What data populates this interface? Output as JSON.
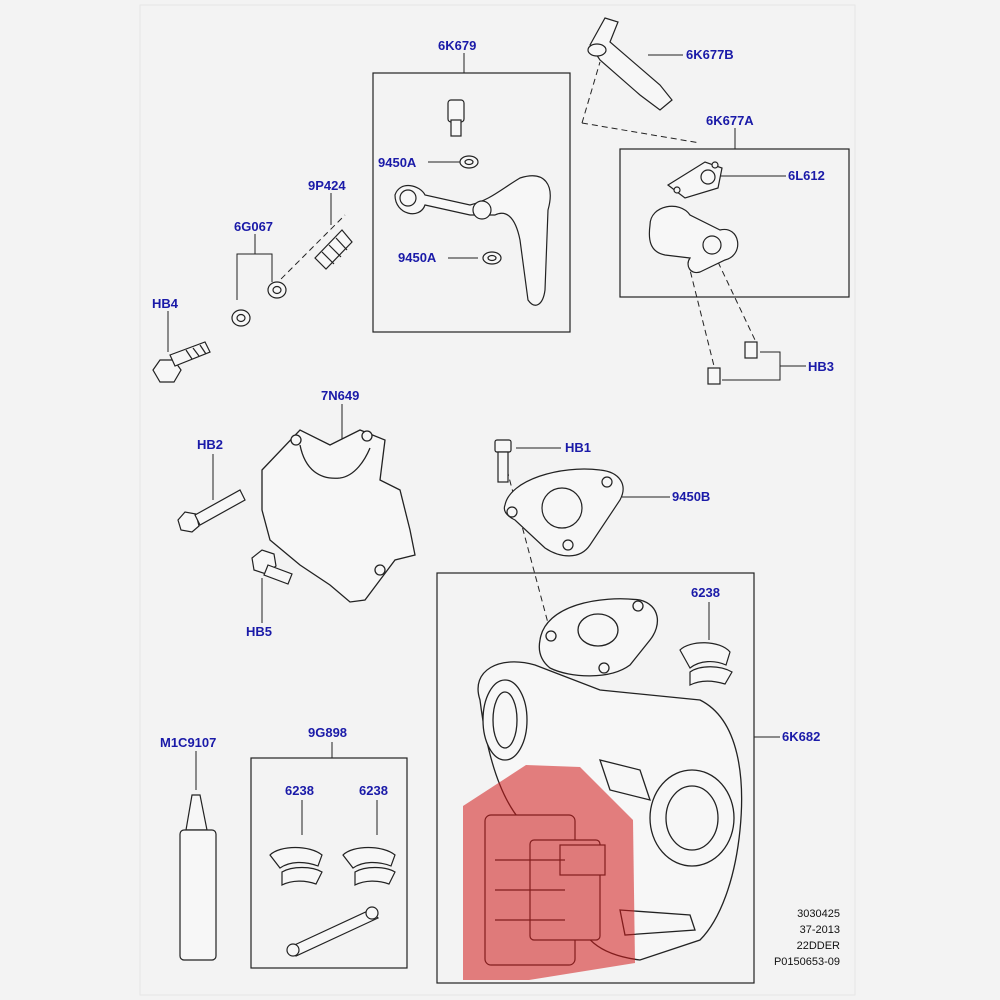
{
  "labels": {
    "l6K679": "6K679",
    "l6K677B": "6K677B",
    "l6K677A": "6K677A",
    "l6L612": "6L612",
    "l9450A_top": "9450A",
    "l9P424": "9P424",
    "l6G067": "6G067",
    "l9450A_bottom": "9450A",
    "lHB4": "HB4",
    "lHB3": "HB3",
    "l7N649": "7N649",
    "lHB2": "HB2",
    "lHB1": "HB1",
    "l9450B": "9450B",
    "l6238_turbo": "6238",
    "lHB5": "HB5",
    "l6K682": "6K682",
    "lM1C9107": "M1C9107",
    "l9G898": "9G898",
    "l6238_kit_left": "6238",
    "l6238_kit_right": "6238"
  },
  "reference": {
    "code": "3030425",
    "date": "37-2013",
    "model": "22DDER",
    "part_number": "P0150653-09"
  },
  "colors": {
    "label_text": "#1a1aa8",
    "highlight": "#d11a1a",
    "background": "#f3f3f3"
  }
}
